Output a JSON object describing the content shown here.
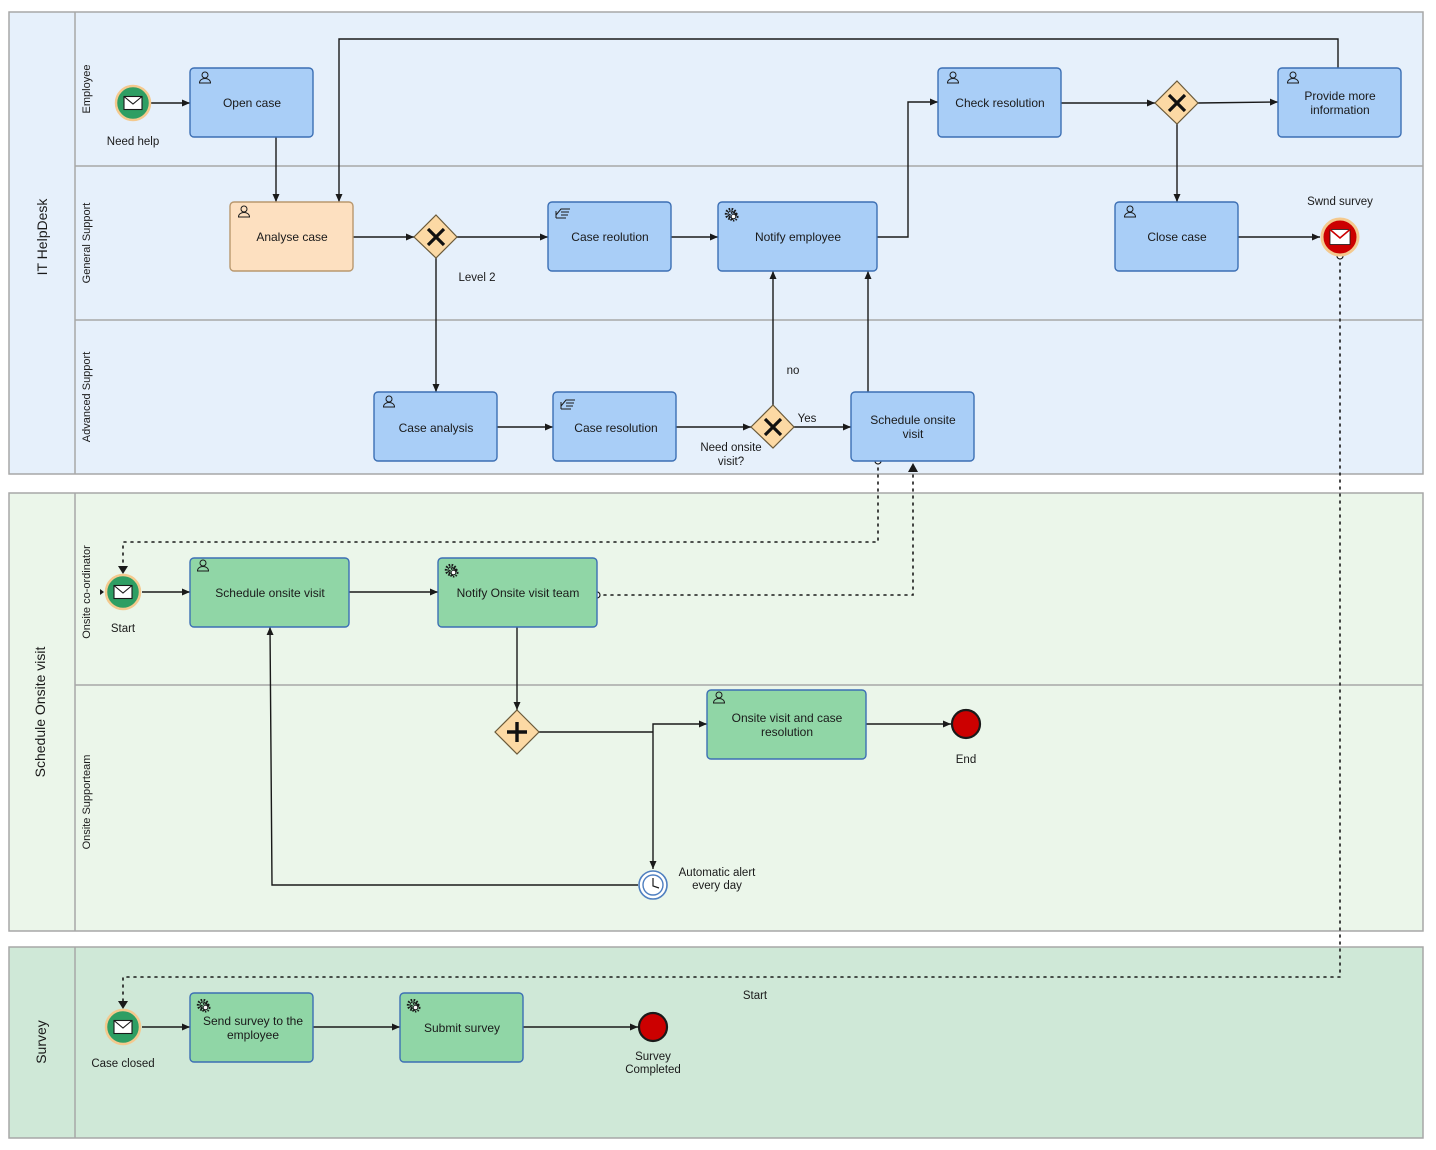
{
  "pools": {
    "helpdesk": {
      "title": "IT HelpDesk",
      "lanes": [
        "Employee",
        "General Support",
        "Advanced Support"
      ]
    },
    "onsite": {
      "title": "Schedule Onsite visit",
      "lanes": [
        "Onsite co-ordinator",
        "Onsite Supporteam"
      ]
    },
    "survey": {
      "title": "Survey"
    }
  },
  "tasks": {
    "open_case": "Open case",
    "analyse_case": "Analyse case",
    "case_resolution_general": "Case reolution",
    "notify_employee": "Notify employee",
    "check_resolution": "Check resolution",
    "provide_more_info": [
      "Provide more",
      "information"
    ],
    "close_case": "Close case",
    "case_analysis": "Case analysis",
    "case_resolution_advanced": "Case resolution",
    "schedule_onsite_visit_hd": [
      "Schedule onsite",
      "visit"
    ],
    "schedule_onsite_visit": "Schedule onsite visit",
    "notify_onsite_team": "Notify Onsite visit team",
    "onsite_resolution": [
      "Onsite visit and case",
      "resolution"
    ],
    "send_survey": [
      "Send survey to the",
      "employee"
    ],
    "submit_survey": "Submit survey"
  },
  "labels": {
    "need_help": "Need help",
    "level2": "Level 2",
    "no": "no",
    "yes": "Yes",
    "need_onsite": [
      "Need onsite",
      "visit?"
    ],
    "swnd_survey": "Swnd survey",
    "start_onsite": "Start",
    "end_onsite": "End",
    "timer": [
      "Automatic alert",
      "every day"
    ],
    "start_survey": "Start",
    "case_closed": "Case closed",
    "survey_completed": [
      "Survey",
      "Completed"
    ]
  },
  "colors": {
    "pool_helpdesk": "#e6f0fb",
    "pool_onsite": "#ebf6ea",
    "pool_survey": "#cfe8d7",
    "task_blue": "#a9cef7",
    "task_green": "#90d6a6",
    "task_orange": "#fde0c0",
    "gateway": "#fcd9a4",
    "end_event": "#cc0000",
    "start_event": "#2e9e63"
  },
  "icons": {
    "user_task": "user-icon",
    "manual_task": "hand-icon",
    "service_task": "gear-icon",
    "message": "envelope-icon",
    "timer": "clock-icon"
  }
}
